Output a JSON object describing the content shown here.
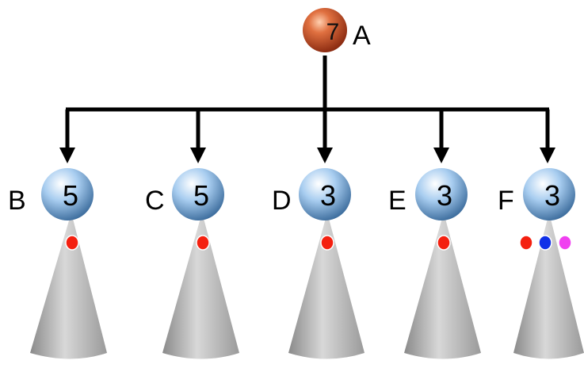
{
  "root": {
    "label": "A",
    "value": "7"
  },
  "children": [
    {
      "label": "B",
      "value": "5",
      "dots": [
        "red"
      ]
    },
    {
      "label": "C",
      "value": "5",
      "dots": [
        "red"
      ]
    },
    {
      "label": "D",
      "value": "3",
      "dots": [
        "red"
      ]
    },
    {
      "label": "E",
      "value": "3",
      "dots": [
        "red"
      ]
    },
    {
      "label": "F",
      "value": "3",
      "dots": [
        "red",
        "blue",
        "magenta"
      ]
    }
  ],
  "colors": {
    "root_node": "#c0502a",
    "child_node": "#8fb8e0",
    "cone": "#a8a8a8",
    "red": "#f42010",
    "blue": "#1030e8",
    "magenta": "#f040f0",
    "edge": "#000000"
  }
}
